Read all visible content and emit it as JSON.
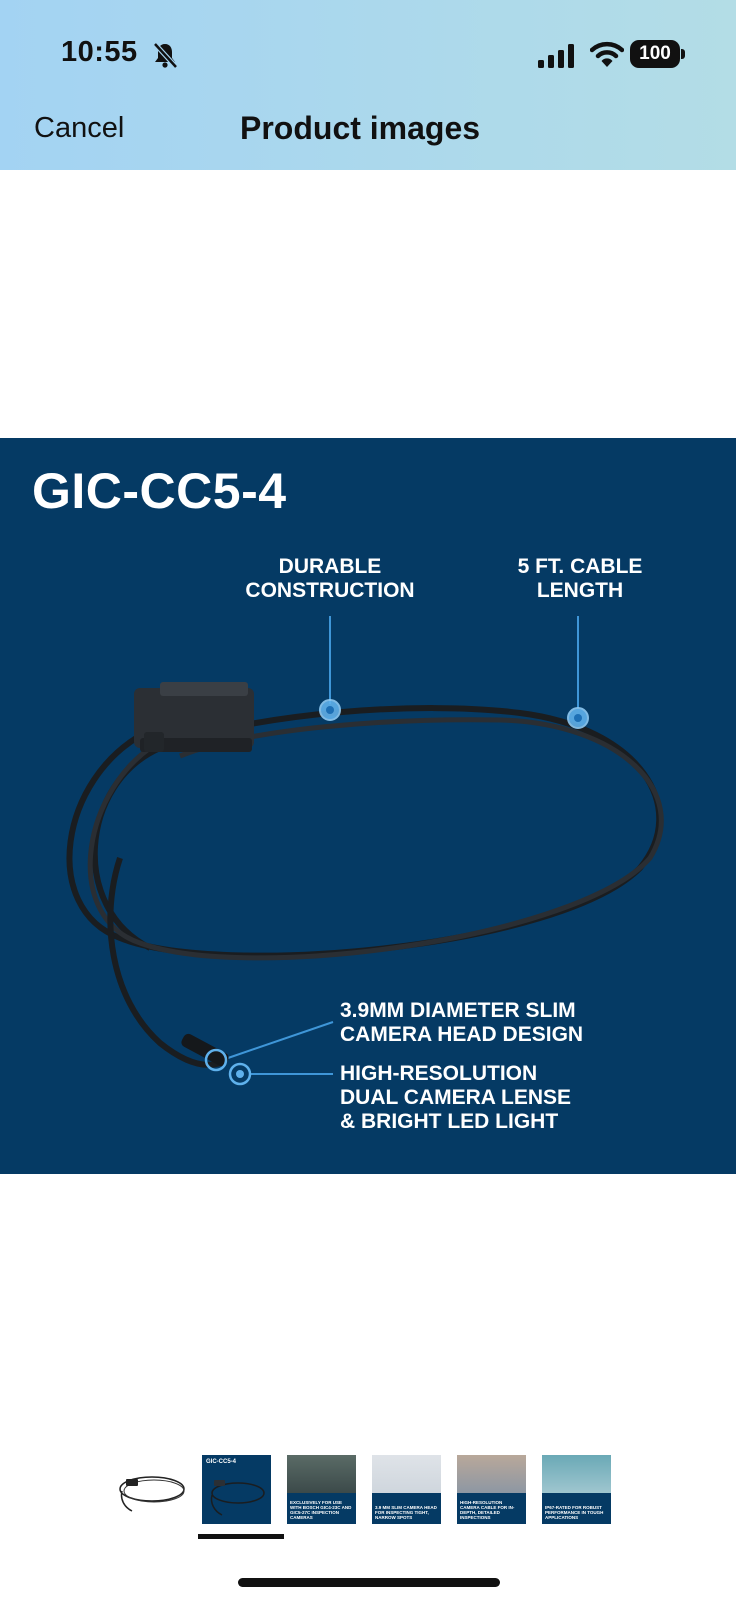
{
  "status_bar": {
    "time": "10:55",
    "battery": "100"
  },
  "nav": {
    "cancel_label": "Cancel",
    "title": "Product images"
  },
  "product_image": {
    "title": "GIC-CC5-4",
    "callouts": [
      {
        "lines": [
          "DURABLE",
          "CONSTRUCTION"
        ]
      },
      {
        "lines": [
          "5 FT. CABLE",
          "LENGTH"
        ]
      },
      {
        "lines": [
          "3.9MM DIAMETER SLIM",
          "CAMERA HEAD DESIGN"
        ]
      },
      {
        "lines": [
          "HIGH-RESOLUTION",
          "DUAL CAMERA LENSE",
          "& BRIGHT LED LIGHT"
        ]
      }
    ]
  },
  "thumbnails": [
    {
      "caption": ""
    },
    {
      "caption": "GIC-CC5-4"
    },
    {
      "caption": "EXCLUSIVELY FOR USE WITH BOSCH GIC4-23C AND GIC5-27C INSPECTION CAMERAS"
    },
    {
      "caption": "3.9 MM SLIM CAMERA HEAD FOR INSPECTING TIGHT, NARROW SPOTS"
    },
    {
      "caption": "HIGH-RESOLUTION CAMERA CABLE FOR IN-DEPTH, DETAILED INSPECTIONS"
    },
    {
      "caption": "IP67-RATED FOR ROBUST PERFORMANCE IN TOUGH APPLICATIONS"
    }
  ],
  "selected_thumbnail": 1,
  "colors": {
    "header_gradient_start": "#a3d3f3",
    "header_gradient_end": "#b3dde6",
    "image_background": "#053a64",
    "callout_line": "#3f96d8"
  }
}
